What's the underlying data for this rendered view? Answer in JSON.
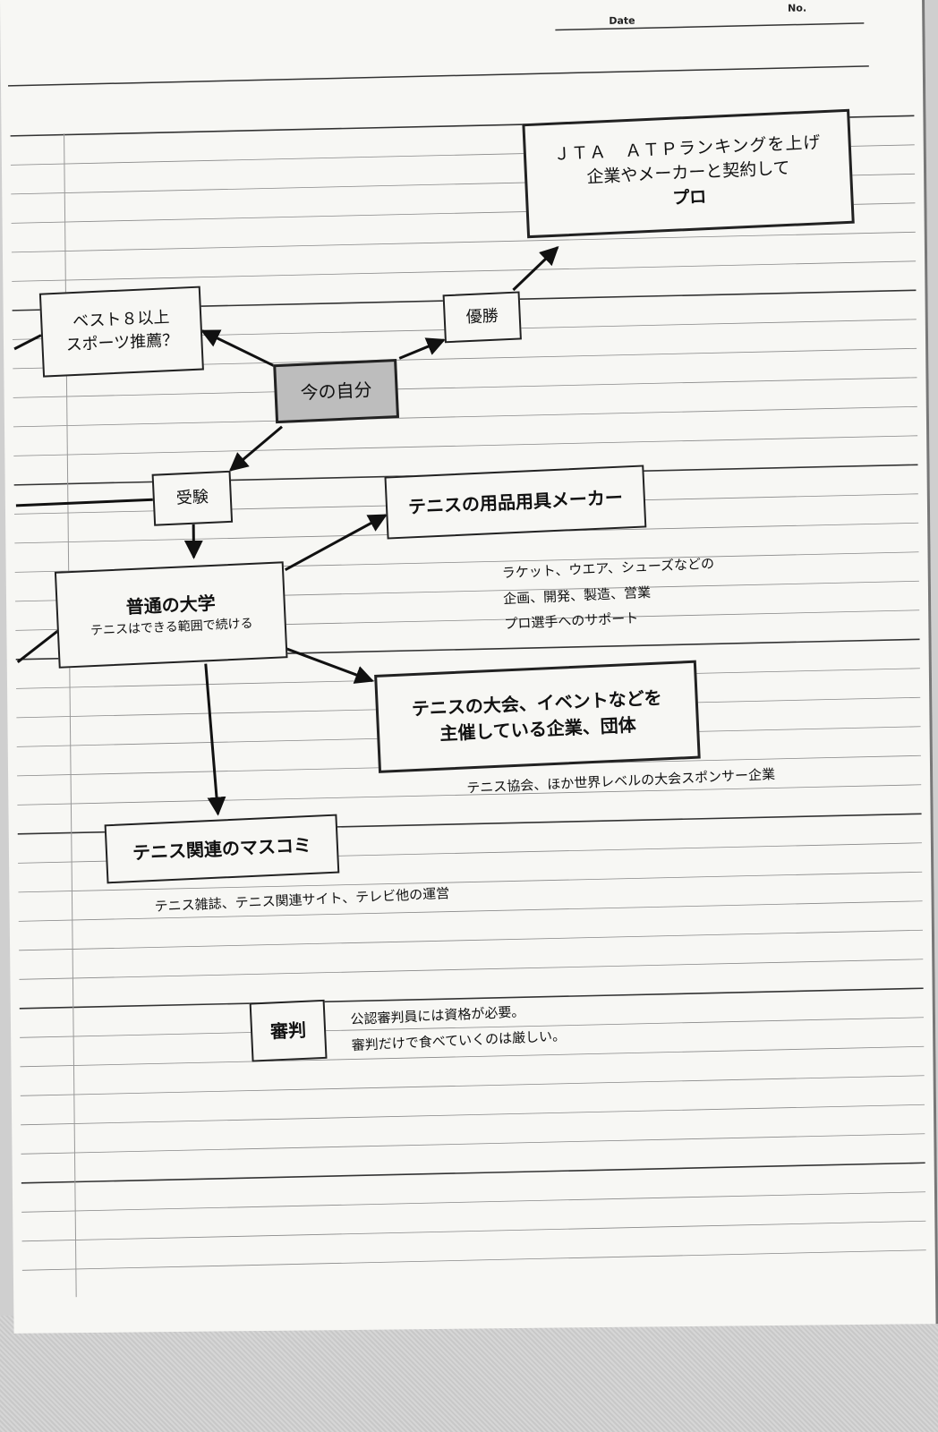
{
  "header": {
    "date_label": "Date",
    "no_label": "No."
  },
  "nodes": {
    "pro_goal": {
      "line1": "ＪＴＡ　ＡＴＰランキングを上げ",
      "line2": "企業やメーカーと契約して",
      "line3": "プロ"
    },
    "best8": {
      "line1": "ベスト８以上",
      "line2": "スポーツ推薦？"
    },
    "victory": "優勝",
    "current_self": "今の自分",
    "exam": "受験",
    "university": {
      "line1": "普通の大学",
      "line2": "テニスはできる範囲で続ける"
    },
    "tennis_maker": "テニスの用品用具メーカー",
    "event_org": {
      "line1": "テニスの大会、イベントなどを",
      "line2": "主催している企業、団体"
    },
    "media": "テニス関連のマスコミ",
    "referee": "審判"
  },
  "notes": {
    "maker": [
      "ラケット、ウエア、シューズなどの",
      "企画、開発、製造、営業",
      "プロ選手へのサポート"
    ],
    "event": "テニス協会、ほか世界レベルの大会スポンサー企業",
    "media": "テニス雑誌、テニス関連サイト、テレビ他の運営",
    "referee": [
      "公認審判員には資格が必要。",
      "審判だけで食べていくのは厳しい。"
    ]
  }
}
